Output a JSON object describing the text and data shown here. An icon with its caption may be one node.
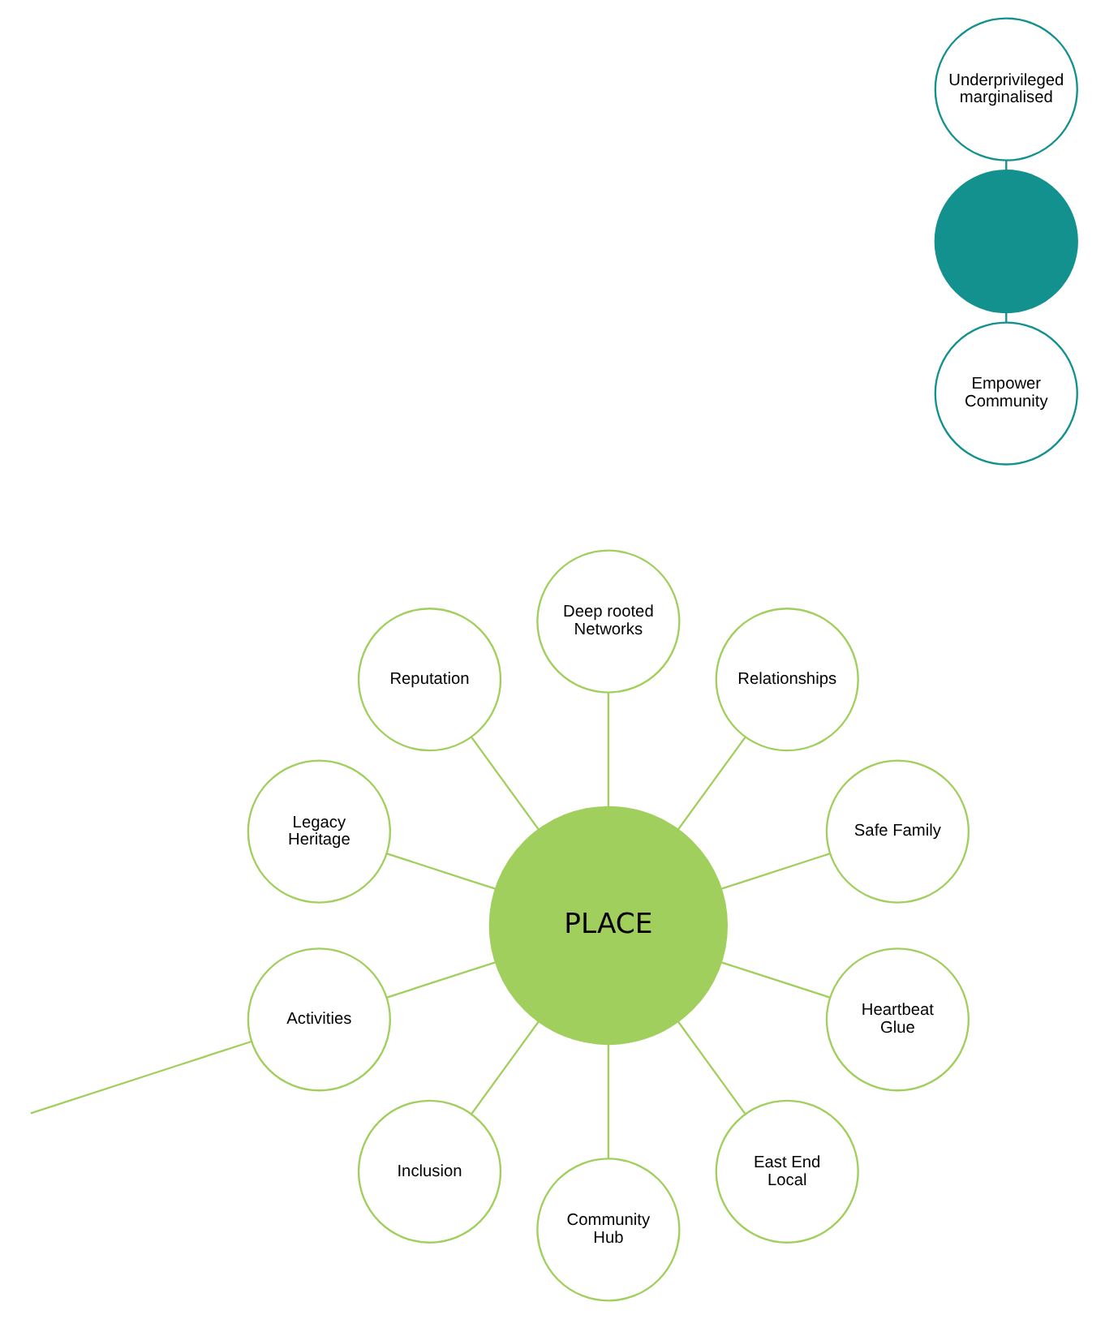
{
  "diagram": {
    "nodes": [
      {
        "text": [],
        "shape": "circle"
      },
      {
        "text": [
          "Underprivileged marginalised"
        ]
      },
      {
        "text": [
          "Empower Community"
        ]
      },
      {
        "text": [
          "Safe Family"
        ]
      },
      {
        "text": [
          "Relationships"
        ]
      },
      {
        "text": [
          "Deep rooted Networks"
        ]
      },
      {
        "text": [
          "Reputation"
        ]
      },
      {
        "text": [
          "Legacy Heritage"
        ]
      },
      {
        "text": [
          "PLACE"
        ]
      },
      {
        "text": [
          "Activities"
        ]
      },
      {
        "text": [
          "Inclusion"
        ]
      },
      {
        "text": [
          "Community Hub"
        ]
      },
      {
        "text": [
          "East End Local"
        ]
      },
      {
        "text": [
          "Heartbeat Glue"
        ]
      }
    ],
    "edges": [
      {
        "from": 0,
        "to": 1,
        "arrow": "none",
        "color": "#13918f"
      },
      {
        "from": 0,
        "to": 2,
        "arrow": "none",
        "color": "#13918f"
      },
      {
        "from": 8,
        "to": 3,
        "arrow": "none"
      },
      {
        "from": 8,
        "to": 4,
        "arrow": "none"
      },
      {
        "from": 8,
        "to": 5,
        "arrow": "none"
      },
      {
        "from": 8,
        "to": 6,
        "arrow": "none"
      },
      {
        "from": 8,
        "to": 7,
        "arrow": "none"
      },
      {
        "from": 8,
        "to": 9,
        "arrow": "none"
      },
      {
        "from": 8,
        "to": 10,
        "arrow": "none"
      },
      {
        "from": 8,
        "to": 11,
        "arrow": "none"
      },
      {
        "from": 8,
        "to": 12,
        "arrow": "none"
      },
      {
        "from": 8,
        "to": 13,
        "arrow": "none"
      },
      {
        "from": 9,
        "to": null,
        "arrow": "none"
      }
    ]
  }
}
